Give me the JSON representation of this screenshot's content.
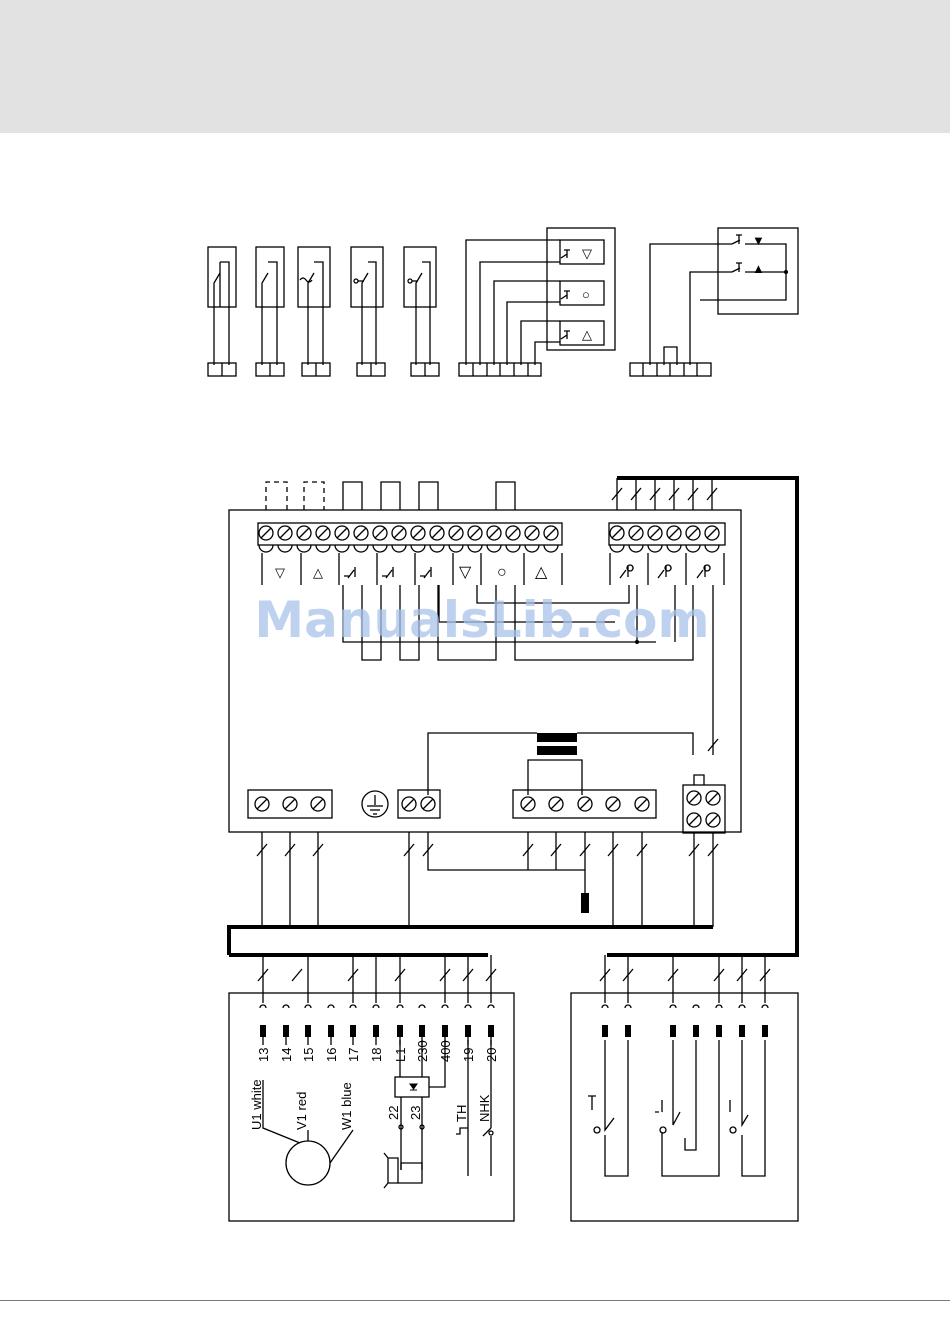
{
  "watermark": "ManualsLib.com",
  "symbols": {
    "down_triangle": "▽",
    "up_triangle": "△",
    "circle": "○",
    "filled_down_triangle": "▼",
    "filled_up_triangle": "▲",
    "ground": "ground-icon"
  },
  "motor_terminals": {
    "numbers": [
      "13",
      "14",
      "15",
      "16",
      "17",
      "18",
      "L1",
      "230",
      "400",
      "19",
      "20"
    ],
    "lower_numbers": [
      "22",
      "23"
    ],
    "windings": [
      "U1 white",
      "V1 red",
      "W1 blue"
    ],
    "contacts": [
      "TH",
      "NHK"
    ]
  }
}
